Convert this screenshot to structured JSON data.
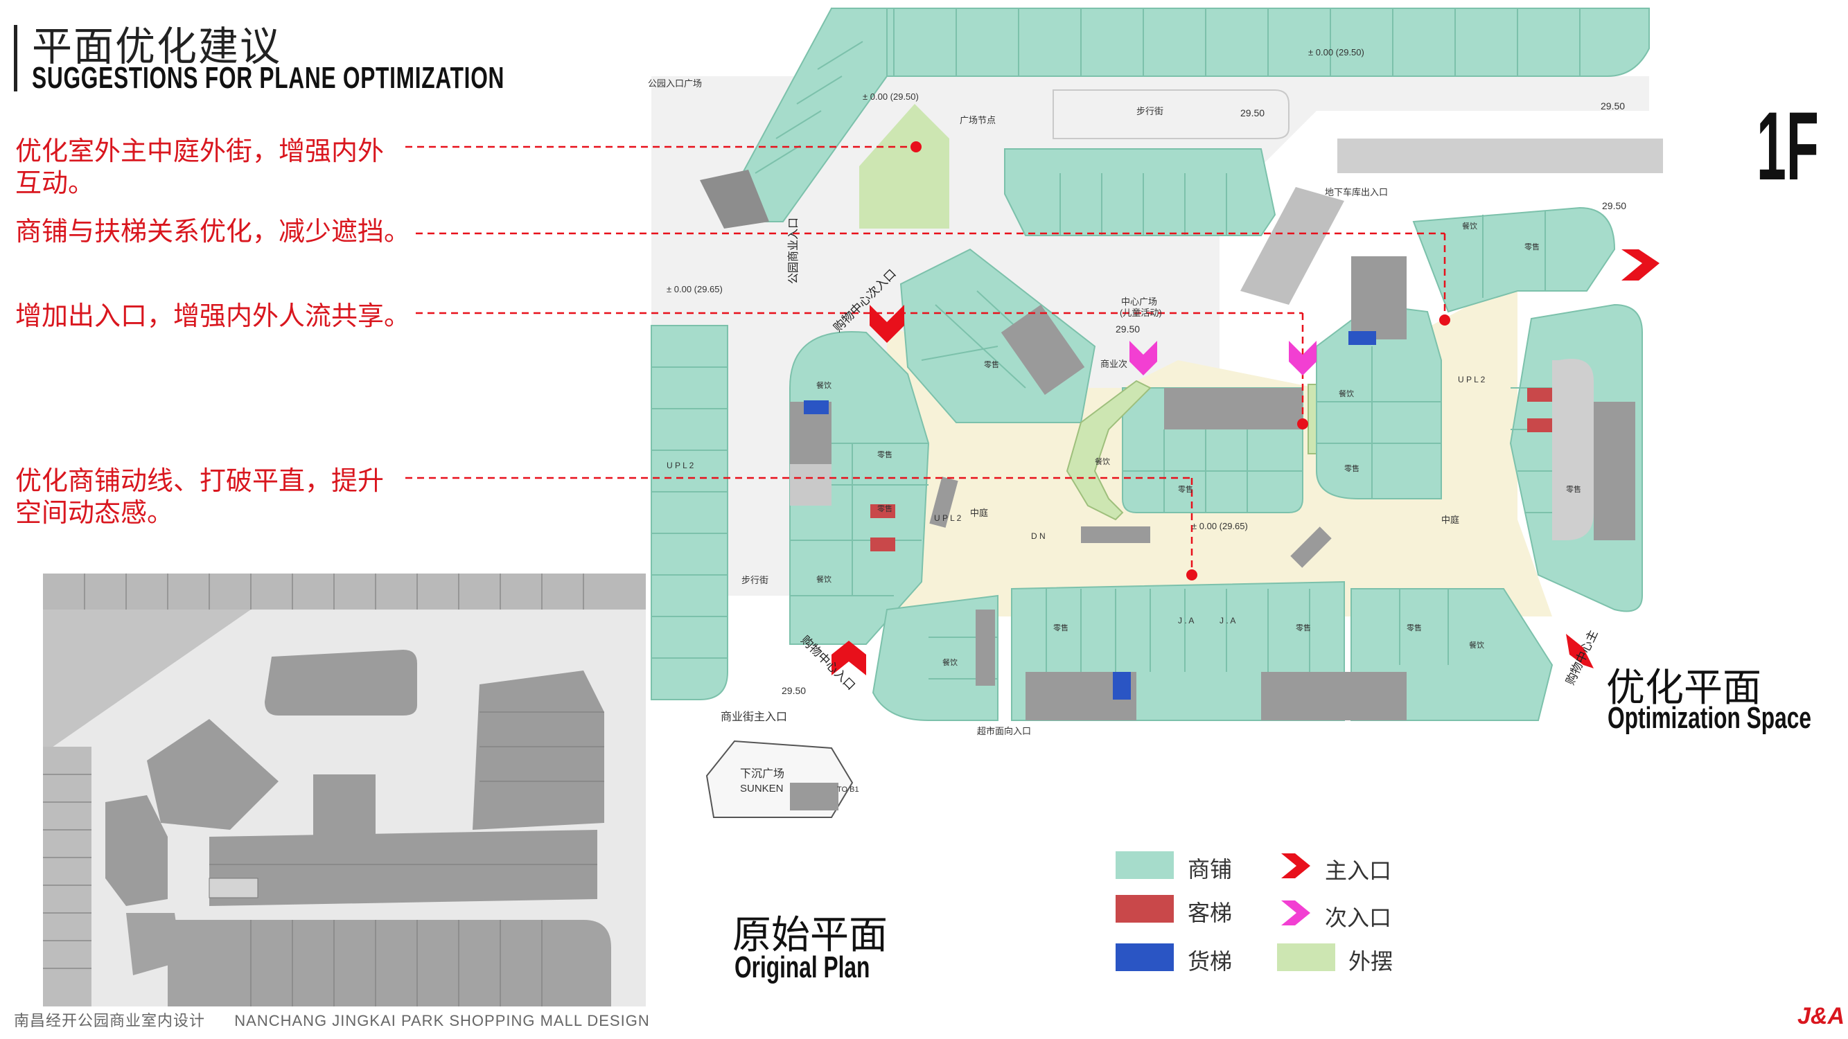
{
  "header": {
    "title_cn": "平面优化建议",
    "title_en": "SUGGESTIONS FOR PLANE OPTIMIZATION"
  },
  "floor_label": "1F",
  "notes": [
    {
      "line1": "优化室外主中庭外街，增强内外",
      "line2": "互动。"
    },
    {
      "line1": "商铺与扶梯关系优化，减少遮挡。",
      "line2": ""
    },
    {
      "line1": "增加出入口，增强内外人流共享。",
      "line2": ""
    },
    {
      "line1": "优化商铺动线、打破平直，提升",
      "line2": "空间动态感。"
    }
  ],
  "optimized_plan": {
    "label_cn": "优化平面",
    "label_en": "Optimization Space",
    "labels": {
      "park_entrance_plaza": "公园入口广场",
      "plaza_node": "广场节点",
      "pedestrian_street_top": "步行街",
      "pedestrian_street_left": "步行街",
      "underground_garage_entrance": "地下车库出入口",
      "park_commercial_entrance": "公园商业入口",
      "mall_secondary_entrance": "购物中心次入口",
      "central_plaza": "中心广场",
      "central_plaza_sub": "(儿童活动)",
      "commercial_secondary": "商业次",
      "atrium_left": "中庭",
      "atrium_right": "中庭",
      "mall_entrance_bottom": "购物中心入口",
      "mall_main_entrance_right": "购物中心主",
      "commercial_street_main_entrance": "商业街主入口",
      "supermarket_entrance": "超市面向入口",
      "sunken_plaza": "下沉广场",
      "sunken_en": "SUNKEN",
      "to_b1": "TO B1",
      "elev_2950": "29.50",
      "elev_2965": "± 0.00 (29.65)",
      "elev_2950b": "± 0.00 (29.50)",
      "up_l2": "U P  L 2",
      "dn": "D N",
      "retail": "零售",
      "dining": "餐饮",
      "anchor": "J . A"
    }
  },
  "original_plan": {
    "label_cn": "原始平面",
    "label_en": "Original Plan"
  },
  "legend": [
    {
      "label": "商铺",
      "color": "#a6dccb"
    },
    {
      "label": "客梯",
      "color": "#c9484a"
    },
    {
      "label": "货梯",
      "color": "#2a55c4"
    },
    {
      "label": "外摆",
      "color": "#cde6b2"
    }
  ],
  "legend_arrows": [
    {
      "label": "主入口",
      "color": "#e8101b"
    },
    {
      "label": "次入口",
      "color": "#f23fd2"
    }
  ],
  "colors": {
    "accent_red": "#d9161e",
    "shop_green": "#a6dccb",
    "atrium_cream": "#f7f2d8",
    "outdoor_green": "#cde6b2",
    "grey_block": "#b5b5b5"
  },
  "footer": {
    "text_cn": "南昌经开公园商业室内设计",
    "text_en": "NANCHANG JINGKAI PARK SHOPPING MALL DESIGN",
    "logo": "J&A"
  }
}
